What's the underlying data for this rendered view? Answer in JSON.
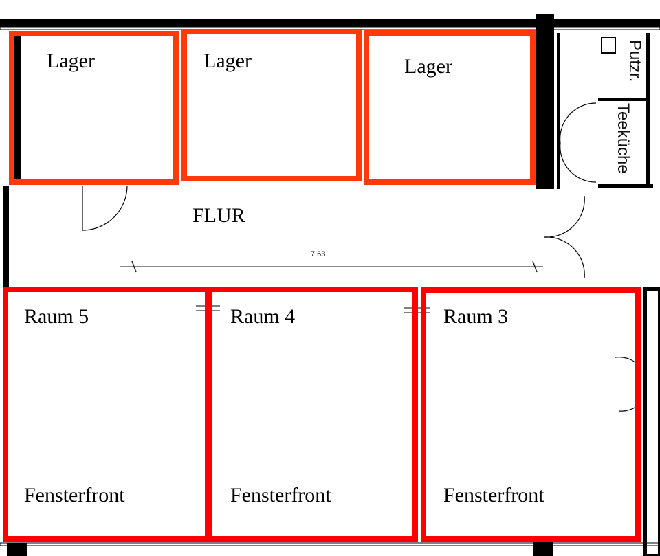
{
  "colors": {
    "storage_outline": "#ff3a0a",
    "room_outline": "#ff0000",
    "wall": "#000000"
  },
  "storage": [
    {
      "label": "Lager"
    },
    {
      "label": "Lager"
    },
    {
      "label": "Lager"
    }
  ],
  "corridor": {
    "label": "FLUR",
    "dimension": "7.63"
  },
  "rooms": [
    {
      "label": "Raum 5",
      "window_label": "Fensterfront"
    },
    {
      "label": "Raum 4",
      "window_label": "Fensterfront"
    },
    {
      "label": "Raum 3",
      "window_label": "Fensterfront"
    }
  ],
  "side_rooms": {
    "cleaning": "Putzr.",
    "kitchen": "Teeküche"
  }
}
